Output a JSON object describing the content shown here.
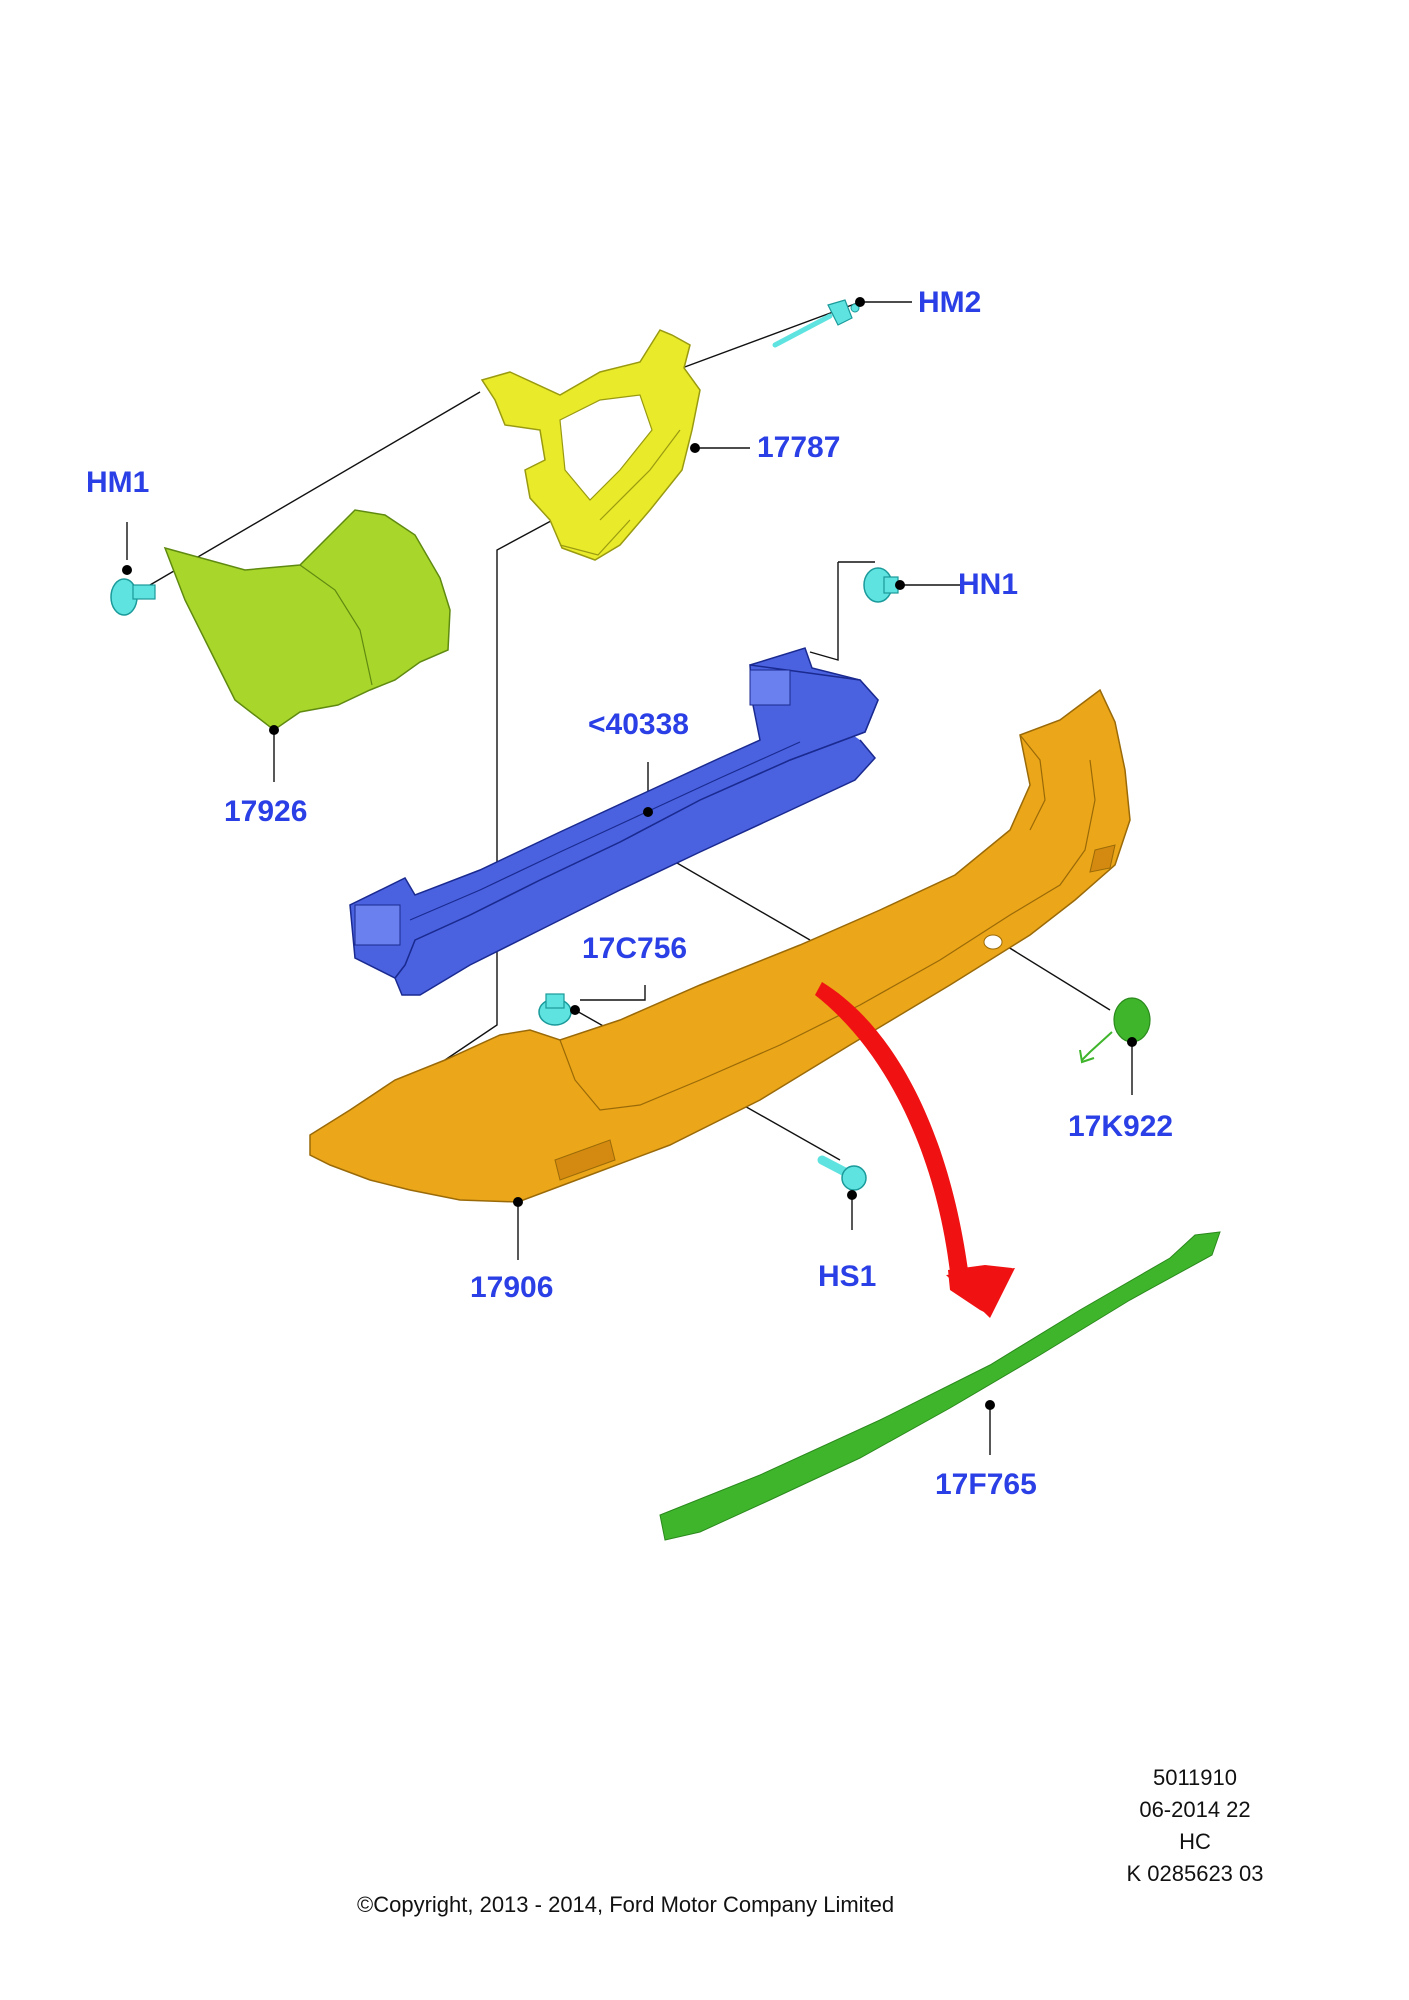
{
  "callouts": {
    "hm2": "HM2",
    "p17787": "17787",
    "hm1": "HM1",
    "hn1": "HN1",
    "p40338": "<40338",
    "p17926": "17926",
    "p17c756": "17C756",
    "p17k922": "17K922",
    "p17906": "17906",
    "hs1": "HS1",
    "p17f765": "17F765"
  },
  "footer": {
    "ref_number": "5011910",
    "date_code": "06-2014 22",
    "region": "HC",
    "doc_code": "K 0285623 03",
    "copyright": "©Copyright, 2013 - 2014, Ford Motor Company Limited"
  },
  "colors": {
    "callout_text": "#2a3fe6",
    "bracket_top": "#e8ea2a",
    "corner_piece": "#a9d62b",
    "reinforcement_beam": "#4a62e0",
    "bumper_cover": "#eba619",
    "step_pad": "#3fb52c",
    "fastener": "#5fe3e0",
    "arrow": "#f01212"
  }
}
